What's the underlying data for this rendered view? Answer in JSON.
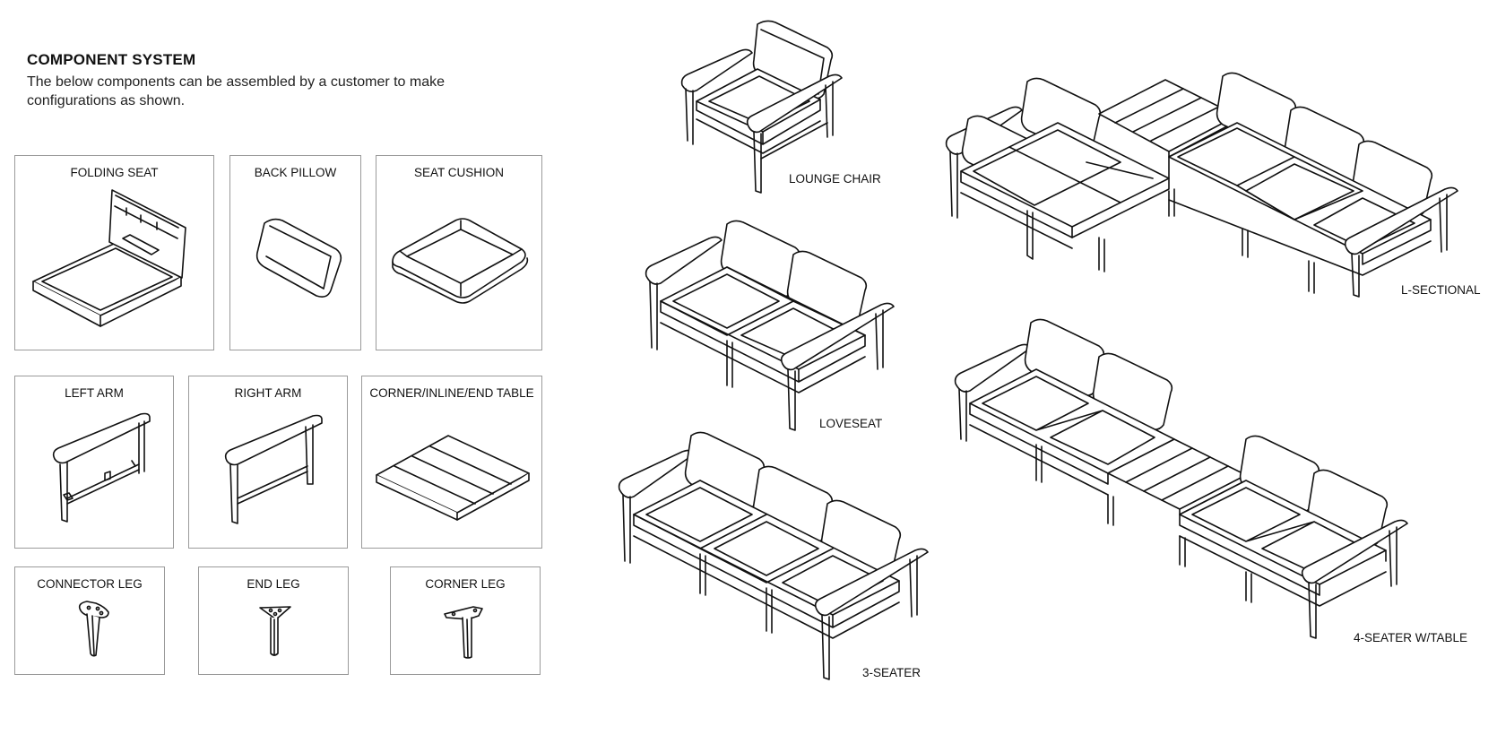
{
  "header": {
    "title": "COMPONENT SYSTEM",
    "description": "The below components can be assembled by a customer to make configurations as shown."
  },
  "components": [
    {
      "label": "FOLDING SEAT",
      "icon": "folding-seat-icon"
    },
    {
      "label": "BACK PILLOW",
      "icon": "back-pillow-icon"
    },
    {
      "label": "SEAT CUSHION",
      "icon": "seat-cushion-icon"
    },
    {
      "label": "LEFT ARM",
      "icon": "left-arm-icon"
    },
    {
      "label": "RIGHT ARM",
      "icon": "right-arm-icon"
    },
    {
      "label": "CORNER/INLINE/END TABLE",
      "icon": "table-icon"
    },
    {
      "label": "CONNECTOR LEG",
      "icon": "connector-leg-icon"
    },
    {
      "label": "END LEG",
      "icon": "end-leg-icon"
    },
    {
      "label": "CORNER LEG",
      "icon": "corner-leg-icon"
    }
  ],
  "configurations": [
    {
      "label": "LOUNGE CHAIR",
      "icon": "lounge-chair-icon"
    },
    {
      "label": "L-SECTIONAL",
      "icon": "l-sectional-icon"
    },
    {
      "label": "LOVESEAT",
      "icon": "loveseat-icon"
    },
    {
      "label": "4-SEATER W/TABLE",
      "icon": "four-seater-table-icon"
    },
    {
      "label": "3-SEATER",
      "icon": "three-seater-icon"
    }
  ]
}
